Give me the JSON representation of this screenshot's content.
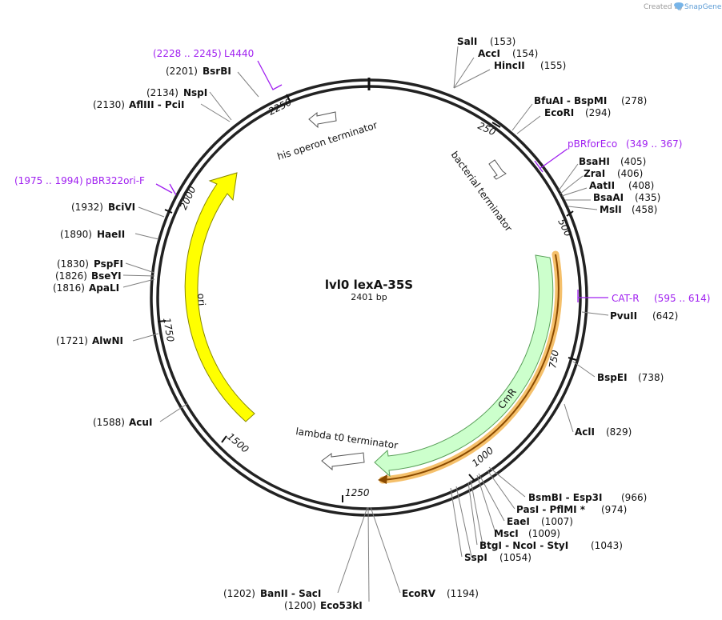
{
  "plasmid": {
    "name": "lvl0 lexA-35S",
    "length": "2401 bp"
  },
  "creator": {
    "prefix": "Created by",
    "brand": "SnapGene",
    "logo_icon": "snapgene-logo-icon"
  },
  "ticks": [
    "250",
    "500",
    "750",
    "1000",
    "1250",
    "1500",
    "1750",
    "2000",
    "2250"
  ],
  "enzymes": [
    {
      "name": "SalI",
      "pos": "(153)"
    },
    {
      "name": "AccI",
      "pos": "(154)"
    },
    {
      "name": "HincII",
      "pos": "(155)"
    },
    {
      "name": "BfuAI",
      "name2": "BspMI",
      "pos": "(278)"
    },
    {
      "name": "EcoRI",
      "pos": "(294)"
    },
    {
      "name": "BsaHI",
      "pos": "(405)"
    },
    {
      "name": "ZraI",
      "pos": "(406)"
    },
    {
      "name": "AatII",
      "pos": "(408)"
    },
    {
      "name": "BsaAI",
      "pos": "(435)"
    },
    {
      "name": "MslI",
      "pos": "(458)"
    },
    {
      "name": "PvuII",
      "pos": "(642)"
    },
    {
      "name": "BspEI",
      "pos": "(738)"
    },
    {
      "name": "AclI",
      "pos": "(829)"
    },
    {
      "name": "BsmBI",
      "name2": "Esp3I",
      "pos": "(966)"
    },
    {
      "name": "PasI",
      "name2": "PflMI *",
      "pos": "(974)"
    },
    {
      "name": "EaeI",
      "pos": "(1007)"
    },
    {
      "name": "MscI",
      "pos": "(1009)"
    },
    {
      "name": "BtgI",
      "name2": "NcoI",
      "name3": "StyI",
      "pos": "(1043)"
    },
    {
      "name": "SspI",
      "pos": "(1054)"
    },
    {
      "name": "EcoRV",
      "pos": "(1194)"
    },
    {
      "name": "BanII",
      "name2": "SacI",
      "pos": "(1202)"
    },
    {
      "name": "Eco53kI",
      "pos": "(1200)"
    },
    {
      "name": "AcuI",
      "pos": "(1588)"
    },
    {
      "name": "AlwNI",
      "pos": "(1721)"
    },
    {
      "name": "ApaLI",
      "pos": "(1816)"
    },
    {
      "name": "BseYI",
      "pos": "(1826)"
    },
    {
      "name": "PspFI",
      "pos": "(1830)"
    },
    {
      "name": "HaeII",
      "pos": "(1890)"
    },
    {
      "name": "BciVI",
      "pos": "(1932)"
    },
    {
      "name": "AflIII",
      "name2": "PciI",
      "pos": "(2130)"
    },
    {
      "name": "NspI",
      "pos": "(2134)"
    },
    {
      "name": "BsrBI",
      "pos": "(2201)"
    }
  ],
  "primers": [
    {
      "name": "L4440",
      "range": "(2228 .. 2245)"
    },
    {
      "name": "pBRforEco",
      "range": "(349 .. 367)"
    },
    {
      "name": "CAT-R",
      "range": "(595 .. 614)"
    },
    {
      "name": "pBR322ori-F",
      "range": "(1975 .. 1994)"
    }
  ],
  "features": [
    {
      "label": "his operon terminator",
      "icon": "terminator-arrow-icon"
    },
    {
      "label": "bacterial terminator",
      "icon": "terminator-arrow-icon"
    },
    {
      "label": "lambda t0 terminator",
      "icon": "terminator-arrow-icon"
    },
    {
      "label": "CmR",
      "color": "#ccffcc"
    },
    {
      "label": "ori",
      "color": "#ffff00"
    }
  ],
  "colors": {
    "backbone": "#000000",
    "primer": "#a020f0",
    "cmr_fill": "#ccffcc",
    "cmr_stroke": "#5aa05a",
    "ori_fill": "#ffff00",
    "ori_stroke": "#888800",
    "orf_fill": "#f5c06b",
    "orf_line": "#8a4a00",
    "leader": "#808080"
  }
}
